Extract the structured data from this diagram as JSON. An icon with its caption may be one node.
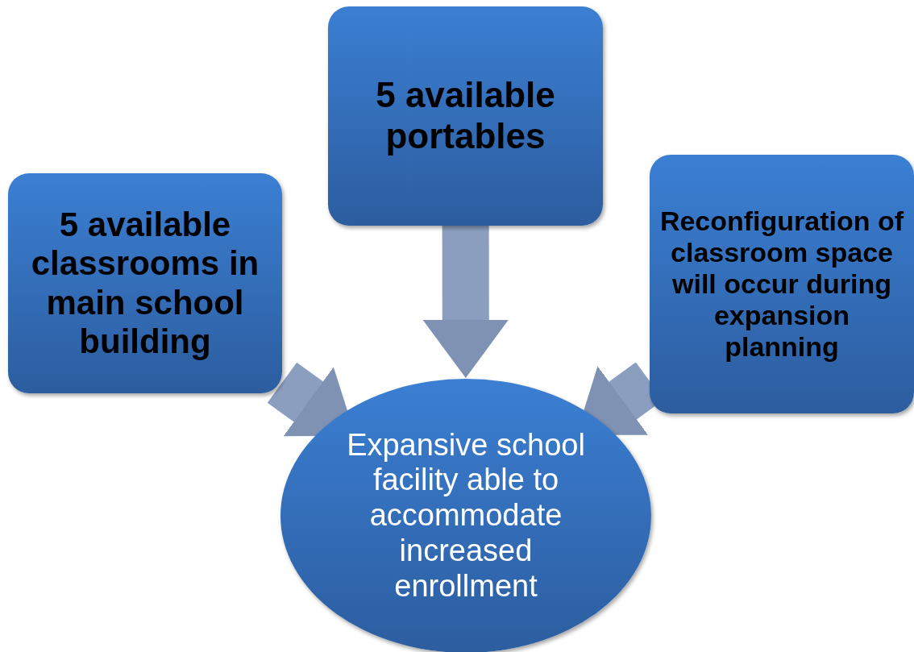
{
  "diagram": {
    "nodes": [
      {
        "text": [
          "5 available portables"
        ]
      },
      {
        "text": [
          "5 available classrooms in main school building"
        ]
      },
      {
        "text": [
          "Reconfiguration of classroom space will occur during expansion planning"
        ]
      },
      {
        "text": [
          "Expansive school facility able to accommodate increased enrollment"
        ]
      }
    ],
    "edges": [
      {
        "from": 1,
        "to": 3,
        "arrow": "to"
      },
      {
        "from": 0,
        "to": 3,
        "arrow": "to"
      },
      {
        "from": 2,
        "to": 3,
        "arrow": "to"
      }
    ]
  }
}
